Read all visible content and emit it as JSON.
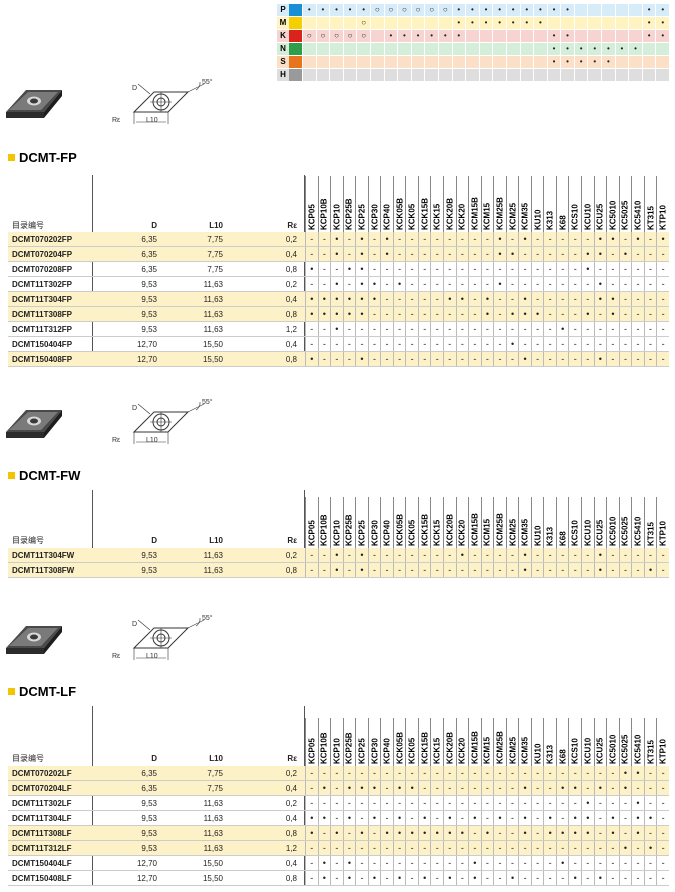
{
  "materials": [
    {
      "letter": "P",
      "color": "#1a8fd6",
      "bg": "#d6ecf8",
      "marks": [
        "•",
        "•",
        "•",
        "•",
        "•",
        "○",
        "○",
        "○",
        "○",
        "○",
        "○",
        "•",
        "•",
        "•",
        "•",
        "•",
        "•",
        "•",
        "•",
        "•",
        "",
        "",
        "",
        "",
        "",
        "•",
        "•"
      ]
    },
    {
      "letter": "M",
      "color": "#f5d000",
      "bg": "#fff4bf",
      "marks": [
        "",
        "",
        "",
        "",
        "○",
        "",
        "",
        "",
        "",
        "",
        "",
        "•",
        "•",
        "•",
        "•",
        "•",
        "•",
        "•",
        "",
        "",
        "",
        "",
        "",
        "",
        "",
        "•",
        "•"
      ]
    },
    {
      "letter": "K",
      "color": "#d9231b",
      "bg": "#f7d4d2",
      "marks": [
        "○",
        "○",
        "○",
        "○",
        "○",
        "",
        "•",
        "•",
        "•",
        "•",
        "•",
        "•",
        "",
        "",
        "",
        "",
        "",
        "",
        "•",
        "•",
        "",
        "",
        "",
        "",
        "",
        "•",
        "•"
      ]
    },
    {
      "letter": "N",
      "color": "#2e9e4a",
      "bg": "#d4eeda",
      "marks": [
        "",
        "",
        "",
        "",
        "",
        "",
        "",
        "",
        "",
        "",
        "",
        "",
        "",
        "",
        "",
        "",
        "",
        "",
        "•",
        "•",
        "•",
        "•",
        "•",
        "•",
        "•",
        "",
        ""
      ]
    },
    {
      "letter": "S",
      "color": "#e8741c",
      "bg": "#fbdfc6",
      "marks": [
        "",
        "",
        "",
        "",
        "",
        "",
        "",
        "",
        "",
        "",
        "",
        "",
        "",
        "",
        "",
        "",
        "",
        "",
        "•",
        "•",
        "•",
        "•",
        "•",
        "",
        "",
        "",
        ""
      ]
    },
    {
      "letter": "H",
      "color": "#9a9a9a",
      "bg": "#dedede",
      "marks": [
        "",
        "",
        "",
        "",
        "",
        "",
        "",
        "",
        "",
        "",
        "",
        "",
        "",
        "",
        "",
        "",
        "",
        "",
        "",
        "",
        "",
        "",
        "",
        "",
        "",
        "",
        ""
      ]
    }
  ],
  "grades": [
    "KCP05",
    "KCP10B",
    "KCP10",
    "KCP25B",
    "KCP25",
    "KCP30",
    "KCP40",
    "KCK05B",
    "KCK05",
    "KCK15B",
    "KCK15",
    "KCK20B",
    "KCK20",
    "KCM15B",
    "KCM15",
    "KCM25B",
    "KCM25",
    "KCM35",
    "KU10",
    "K313",
    "K68",
    "KCS10",
    "KCU10",
    "KCU25",
    "KC5010",
    "KC5025",
    "KC5410",
    "KT315",
    "KTP10"
  ],
  "columns": {
    "name": "目录编号",
    "d": "D",
    "l10": "L10",
    "re": "Rε"
  },
  "drawing": {
    "angle": "55°",
    "d": "D",
    "l10": "L10",
    "re": "Rε"
  },
  "sections": [
    {
      "title": "DCMT-FP",
      "rows": [
        {
          "name": "DCMT070202FP",
          "d": "6,35",
          "l10": "7,75",
          "re": "0,2",
          "hl": true,
          "marks": "--•-•-•--------•-•-----••-•-•-•"
        },
        {
          "name": "DCMT070204FP",
          "d": "6,35",
          "l10": "7,75",
          "re": "0,4",
          "hl": true,
          "marks": "--•-•-•--------••-----••-•--"
        },
        {
          "name": "DCMT070208FP",
          "d": "6,35",
          "l10": "7,75",
          "re": "0,8",
          "hl": false,
          "marks": "•--••-----------------•-----"
        },
        {
          "name": "DCMT11T302FP",
          "d": "9,53",
          "l10": "11,63",
          "re": "0,2",
          "hl": false,
          "marks": "--•-••-•-------•-------•-----•"
        },
        {
          "name": "DCMT11T304FP",
          "d": "9,53",
          "l10": "11,63",
          "re": "0,4",
          "hl": true,
          "marks": "••••••-----••-•--•-----••-----•"
        },
        {
          "name": "DCMT11T308FP",
          "d": "9,53",
          "l10": "11,63",
          "re": "0,8",
          "hl": true,
          "marks": "•••••---------•-•••---•-•-----•"
        },
        {
          "name": "DCMT11T312FP",
          "d": "9,53",
          "l10": "11,63",
          "re": "1,2",
          "hl": false,
          "marks": "--•-----------------•--------"
        },
        {
          "name": "DCMT150404FP",
          "d": "12,70",
          "l10": "15,50",
          "re": "0,4",
          "hl": false,
          "marks": "----------------•------------"
        },
        {
          "name": "DCMT150408FP",
          "d": "12,70",
          "l10": "15,50",
          "re": "0,8",
          "hl": true,
          "marks": "•---•------------•-----•-----"
        }
      ]
    },
    {
      "title": "DCMT-FW",
      "rows": [
        {
          "name": "DCMT11T304FW",
          "d": "9,53",
          "l10": "11,63",
          "re": "0,2",
          "hl": true,
          "marks": "--•-•-------•----•-----•-----"
        },
        {
          "name": "DCMT11T308FW",
          "d": "9,53",
          "l10": "11,63",
          "re": "0,8",
          "hl": true,
          "marks": "--•-•------------•-----•---•-"
        }
      ]
    },
    {
      "title": "DCMT-LF",
      "rows": [
        {
          "name": "DCMT070202LF",
          "d": "6,35",
          "l10": "7,75",
          "re": "0,2",
          "hl": true,
          "marks": "-------------------------••-"
        },
        {
          "name": "DCMT070204LF",
          "d": "6,35",
          "l10": "7,75",
          "re": "0,4",
          "hl": true,
          "marks": "-•-•••-••--------•--••-•-•-"
        },
        {
          "name": "DCMT11T302LF",
          "d": "9,53",
          "l10": "11,63",
          "re": "0,2",
          "hl": false,
          "marks": "----------------------•---•-"
        },
        {
          "name": "DCMT11T304LF",
          "d": "9,53",
          "l10": "11,63",
          "re": "0,4",
          "hl": false,
          "marks": "••-•-•-•-•-•-•-•-•-•-••-•-••"
        },
        {
          "name": "DCMT11T308LF",
          "d": "9,53",
          "l10": "11,63",
          "re": "0,8",
          "hl": true,
          "marks": "•-•-•-•••••••-•--•-••••-•-•-"
        },
        {
          "name": "DCMT11T312LF",
          "d": "9,53",
          "l10": "11,63",
          "re": "1,2",
          "hl": true,
          "marks": "-------------------------•-•"
        },
        {
          "name": "DCMT150404LF",
          "d": "12,70",
          "l10": "15,50",
          "re": "0,4",
          "hl": false,
          "marks": "-•-•---------•------•------"
        },
        {
          "name": "DCMT150408LF",
          "d": "12,70",
          "l10": "15,50",
          "re": "0,8",
          "hl": false,
          "marks": "-•-•-•-•-•-•-•--•----•-•---"
        }
      ]
    }
  ]
}
